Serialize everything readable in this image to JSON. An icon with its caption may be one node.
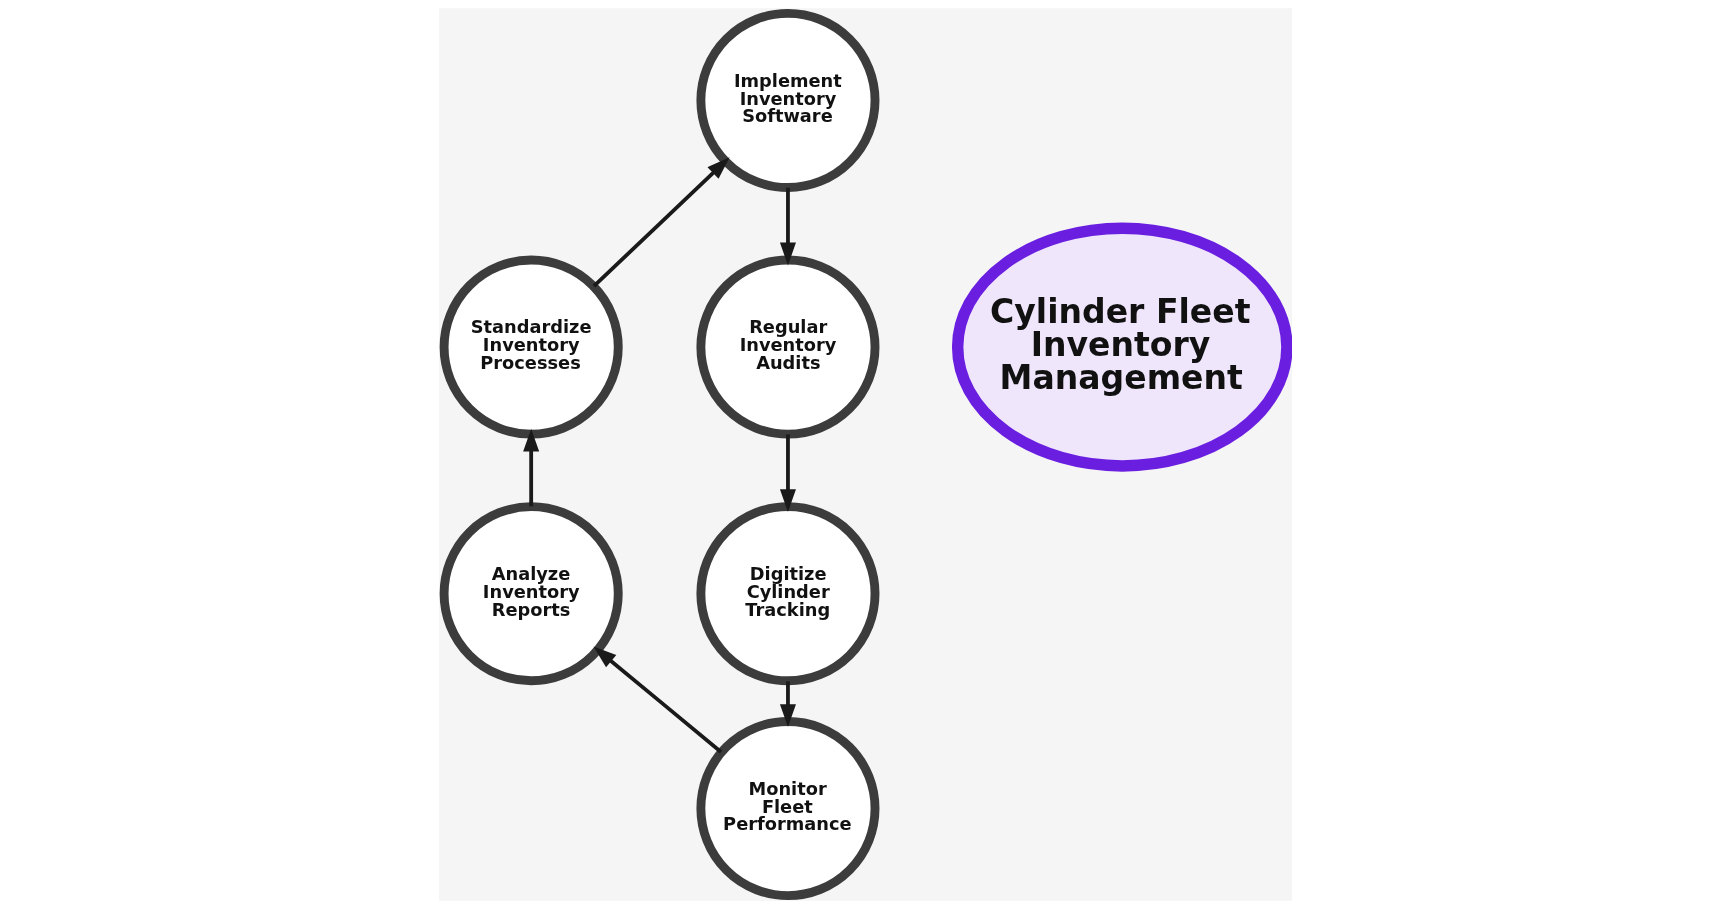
{
  "diagram": {
    "nodes": [
      {
        "text": [
          "Cylinder Fleet Inventory Management"
        ]
      },
      {
        "text": [
          "Implement Inventory Software"
        ]
      },
      {
        "text": [
          "Regular Inventory Audits"
        ]
      },
      {
        "text": [
          "Digitize Cylinder Tracking"
        ]
      },
      {
        "text": [
          "Monitor Fleet Performance"
        ]
      },
      {
        "text": [
          "Analyze Inventory Reports"
        ]
      },
      {
        "text": [
          "Standardize Inventory Processes"
        ]
      }
    ],
    "edges": [
      {
        "from": 1,
        "to": 2,
        "arrow": "to"
      },
      {
        "from": 2,
        "to": 3,
        "arrow": "to"
      },
      {
        "from": 3,
        "to": 4,
        "arrow": "to"
      },
      {
        "from": 4,
        "to": 5,
        "arrow": "to"
      },
      {
        "from": 5,
        "to": 6,
        "arrow": "to"
      },
      {
        "from": 6,
        "to": 1,
        "arrow": "to"
      }
    ]
  }
}
